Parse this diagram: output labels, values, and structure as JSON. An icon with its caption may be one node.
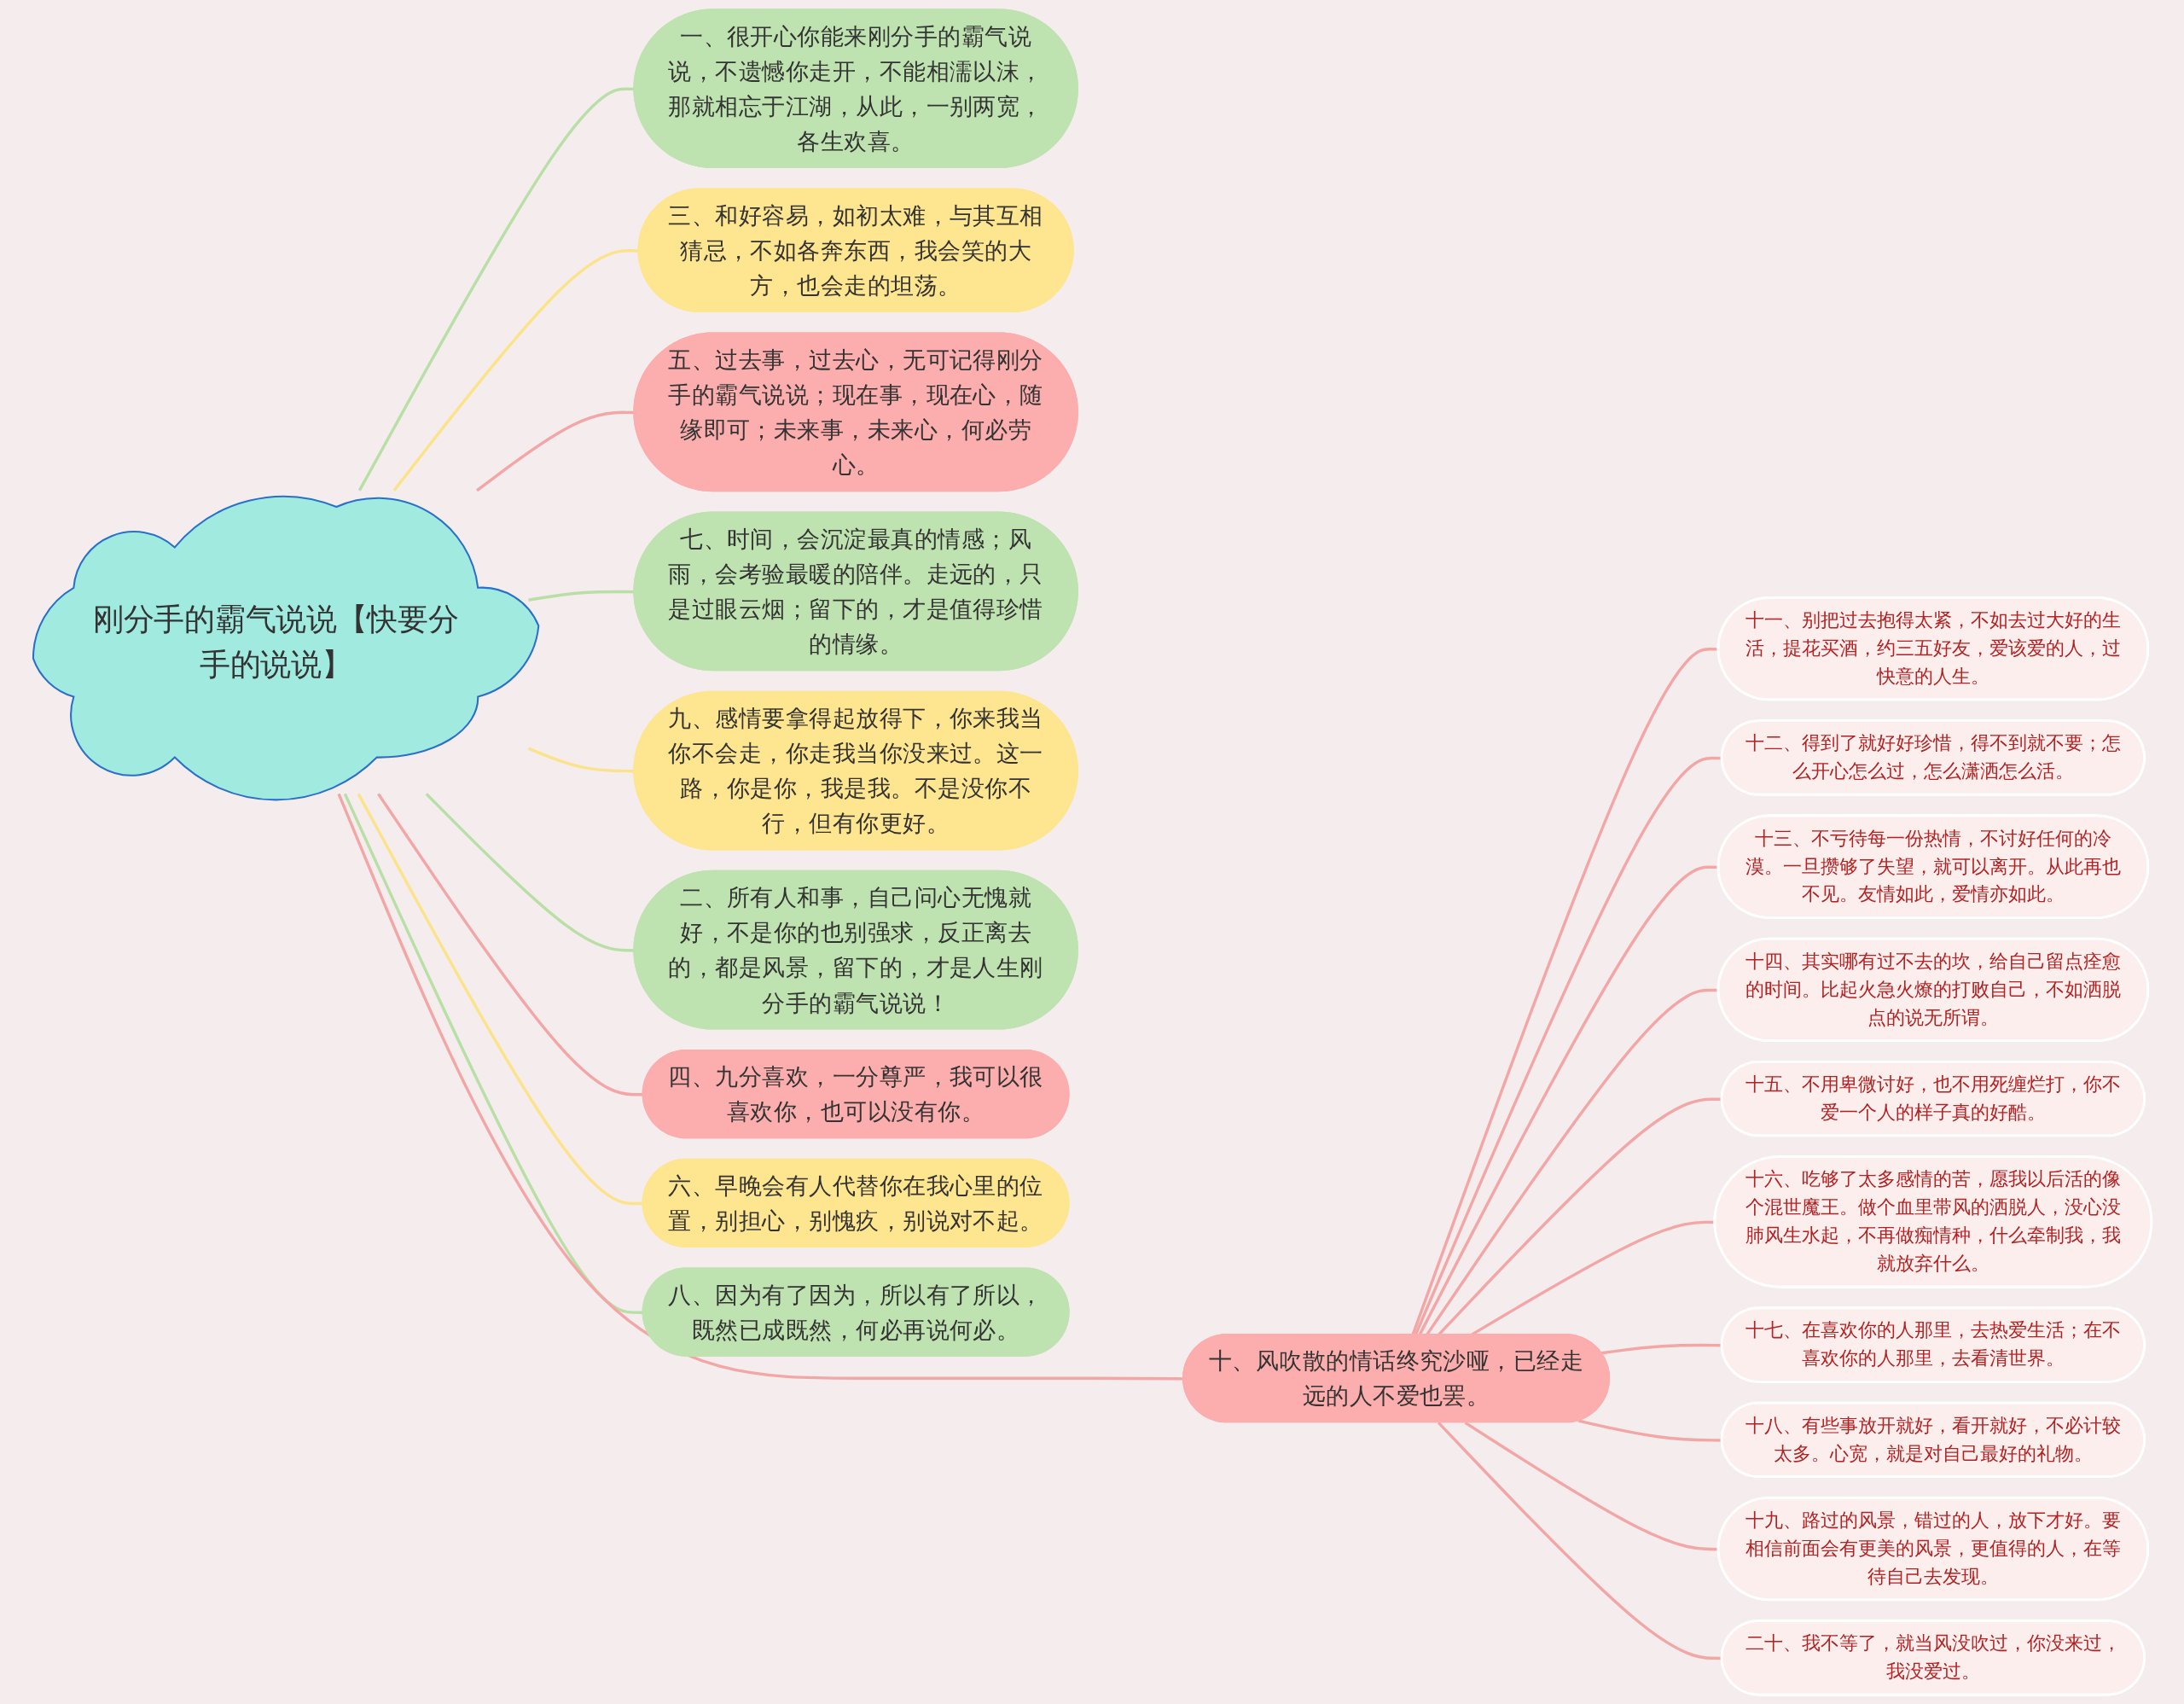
{
  "diagram": {
    "nodes": [
      {
        "text": [
          "刚分手的霸气说说【快要分手的说说】"
        ]
      },
      {
        "text": [
          "一、很开心你能来刚分手的霸气说说，不遗憾你走开，不能相濡以沫，那就相忘于江湖，从此，一别两宽，各生欢喜。"
        ]
      },
      {
        "text": [
          "三、和好容易，如初太难，与其互相猜忌，不如各奔东西，我会笑的大方，也会走的坦荡。"
        ]
      },
      {
        "text": [
          "五、过去事，过去心，无可记得刚分手的霸气说说；现在事，现在心，随缘即可；未来事，未来心，何必劳心。"
        ]
      },
      {
        "text": [
          "七、时间，会沉淀最真的情感；风雨，会考验最暖的陪伴。走远的，只是过眼云烟；留下的，才是值得珍惜的情缘。"
        ]
      },
      {
        "text": [
          "九、感情要拿得起放得下，你来我当你不会走，你走我当你没来过。这一路，你是你，我是我。不是没你不行，但有你更好。"
        ]
      },
      {
        "text": [
          "二、所有人和事，自己问心无愧就好，不是你的也别强求，反正离去的，都是风景，留下的，才是人生刚分手的霸气说说！"
        ]
      },
      {
        "text": [
          "四、九分喜欢，一分尊严，我可以很喜欢你，也可以没有你。"
        ]
      },
      {
        "text": [
          "六、早晚会有人代替你在我心里的位置，别担心，别愧疚，别说对不起。"
        ]
      },
      {
        "text": [
          "八、因为有了因为，所以有了所以，既然已成既然，何必再说何必。"
        ]
      },
      {
        "text": [
          "十、风吹散的情话终究沙哑，已经走远的人不爱也罢。"
        ]
      },
      {
        "text": [
          "十一、别把过去抱得太紧，不如去过大好的生活，提花买酒，约三五好友，爱该爱的人，过快意的人生。"
        ]
      },
      {
        "text": [
          "十二、得到了就好好珍惜，得不到就不要；怎么开心怎么过，怎么潇洒怎么活。"
        ]
      },
      {
        "text": [
          "十三、不亏待每一份热情，不讨好任何的冷漠。一旦攒够了失望，就可以离开。从此再也不见。友情如此，爱情亦如此。"
        ]
      },
      {
        "text": [
          "十四、其实哪有过不去的坎，给自己留点痊愈的时间。比起火急火燎的打败自己，不如洒脱点的说无所谓。"
        ]
      },
      {
        "text": [
          "十五、不用卑微讨好，也不用死缠烂打，你不爱一个人的样子真的好酷。"
        ]
      },
      {
        "text": [
          "十六、吃够了太多感情的苦，愿我以后活的像个混世魔王。做个血里带风的洒脱人，没心没肺风生水起，不再做痴情种，什么牵制我，我就放弃什么。"
        ]
      },
      {
        "text": [
          "十七、在喜欢你的人那里，去热爱生活；在不喜欢你的人那里，去看清世界。"
        ]
      },
      {
        "text": [
          "十八、有些事放开就好，看开就好，不必计较太多。心宽，就是对自己最好的礼物。"
        ]
      },
      {
        "text": [
          "十九、路过的风景，错过的人，放下才好。要相信前面会有更美的风景，更值得的人，在等待自己去发现。"
        ]
      },
      {
        "text": [
          "二十、我不等了，就当风没吹过，你没来过，我没爱过。"
        ]
      }
    ],
    "edges": [
      {
        "from": 0,
        "to": 1,
        "arrow": "none",
        "color": "#b8dfa6"
      },
      {
        "from": 0,
        "to": 2,
        "arrow": "none",
        "color": "#fbe38a"
      },
      {
        "from": 0,
        "to": 3,
        "arrow": "none"
      },
      {
        "from": 0,
        "to": 4,
        "arrow": "none",
        "color": "#b8dfa6"
      },
      {
        "from": 0,
        "to": 5,
        "arrow": "none",
        "color": "#fbe38a"
      },
      {
        "from": 0,
        "to": 6,
        "arrow": "none",
        "color": "#b8dfa6"
      },
      {
        "from": 0,
        "to": 7,
        "arrow": "none"
      },
      {
        "from": 0,
        "to": 8,
        "arrow": "none",
        "color": "#fbe38a"
      },
      {
        "from": 0,
        "to": 9,
        "arrow": "none",
        "color": "#b8dfa6"
      },
      {
        "from": 0,
        "to": 10,
        "arrow": "none"
      },
      {
        "from": 10,
        "to": 11,
        "arrow": "none"
      },
      {
        "from": 10,
        "to": 12,
        "arrow": "none"
      },
      {
        "from": 10,
        "to": 13,
        "arrow": "none"
      },
      {
        "from": 10,
        "to": 14,
        "arrow": "none"
      },
      {
        "from": 10,
        "to": 15,
        "arrow": "none"
      },
      {
        "from": 10,
        "to": 16,
        "arrow": "none"
      },
      {
        "from": 10,
        "to": 17,
        "arrow": "none"
      },
      {
        "from": 10,
        "to": 18,
        "arrow": "none"
      },
      {
        "from": 10,
        "to": 19,
        "arrow": "none"
      },
      {
        "from": 10,
        "to": 20,
        "arrow": "none"
      }
    ]
  }
}
